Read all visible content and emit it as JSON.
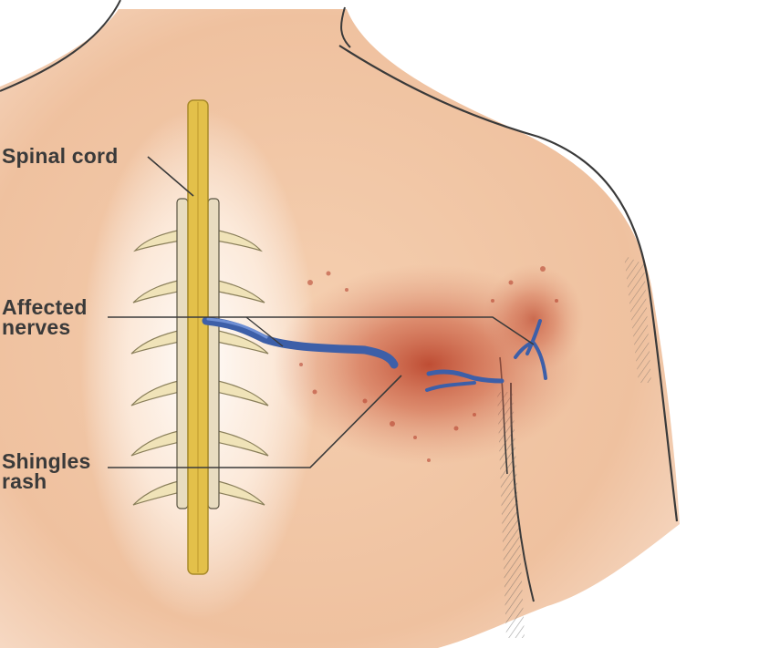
{
  "labels": {
    "spinal_cord": "Spinal cord",
    "affected_nerves": "Affected\nnerves",
    "shingles_rash": "Shingles\nrash"
  },
  "colors": {
    "skin": "#f1c6a6",
    "spinal_cord": "#e3c04a",
    "nerve_branch": "#f0e3b8",
    "affected_nerve": "#3d5fa8",
    "rash": "#c0392b",
    "outline": "#3a3a3a"
  }
}
